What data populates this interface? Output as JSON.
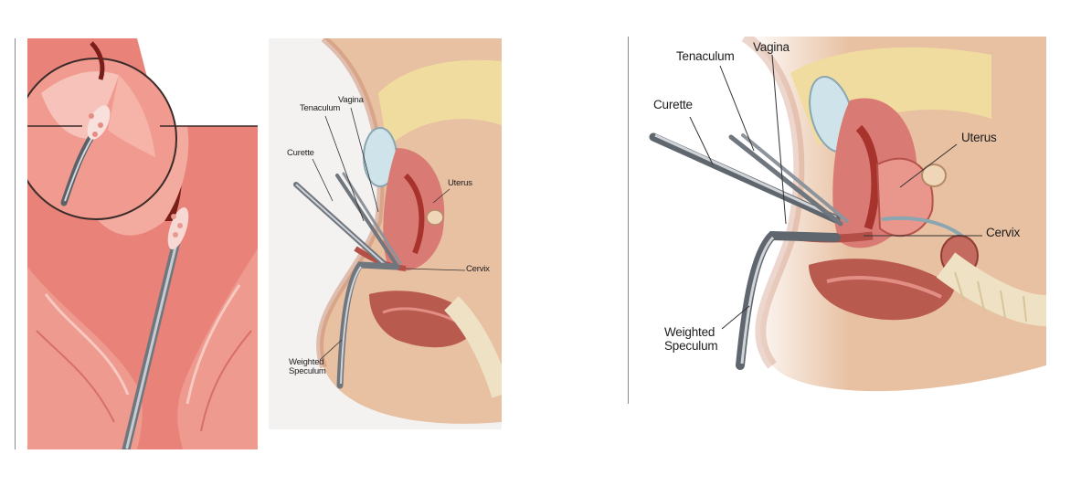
{
  "colors": {
    "tissue": "#e9837a",
    "tissue_light": "#f6b4a9",
    "tissue_dark": "#a8322c",
    "skin": "#e8c0a2",
    "skin_shadow": "#c98a6f",
    "fat": "#f1dca0",
    "bladder": "#cfe3ea",
    "instrument": "#8e949b",
    "background_panel": "#f4f2f1"
  },
  "middle_panel": {
    "labels": {
      "tenaculum": "Tenaculum",
      "vagina": "Vagina",
      "curette": "Curette",
      "uterus": "Uterus",
      "cervix": "Cervix",
      "weighted_speculum": "Weighted\nSpeculum"
    }
  },
  "right_panel": {
    "labels": {
      "tenaculum": "Tenaculum",
      "vagina": "Vagina",
      "curette": "Curette",
      "uterus": "Uterus",
      "cervix": "Cervix",
      "weighted_speculum": "Weighted\nSpeculum"
    }
  }
}
